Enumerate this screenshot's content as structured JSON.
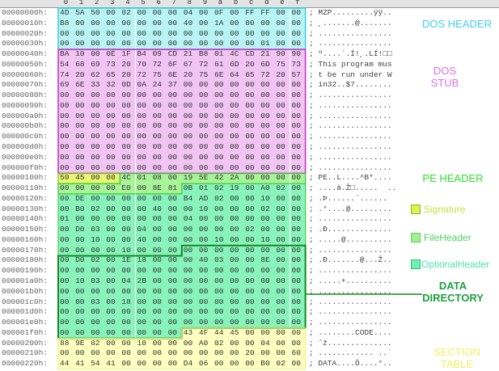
{
  "columns": [
    "0",
    "1",
    "2",
    "3",
    "4",
    "5",
    "6",
    "7",
    "8",
    "9",
    "a",
    "b",
    "c",
    "d",
    "e",
    "f"
  ],
  "rows": [
    {
      "addr": "00000000h:",
      "hex": "4D 5A 50 00 02 00 00 00 04 00 0F 00 FF FF 00 00",
      "ascii": "; MZP.........ÿÿ.."
    },
    {
      "addr": "00000010h:",
      "hex": "B8 00 00 00 00 00 00 00 40 00 1A 00 00 00 00 00",
      "ascii": "; ¸.......@......."
    },
    {
      "addr": "00000020h:",
      "hex": "00 00 00 00 00 00 00 00 00 00 00 00 00 00 00 00",
      "ascii": "; ................"
    },
    {
      "addr": "00000030h:",
      "hex": "00 00 00 00 00 00 00 00 00 00 00 00 00 01 00 00",
      "ascii": "; ................"
    },
    {
      "addr": "00000040h:",
      "hex": "BA 10 00 0E 1F B4 09 CD 21 B8 01 4C CD 21 90 90",
      "ascii": "; º....´.Í!¸.LÍ!□□"
    },
    {
      "addr": "00000050h:",
      "hex": "54 68 69 73 20 70 72 6F 67 72 61 6D 20 6D 75 73",
      "ascii": "; This program mus"
    },
    {
      "addr": "00000060h:",
      "hex": "74 20 62 65 20 72 75 6E 20 75 6E 64 65 72 20 57",
      "ascii": "; t be run under W"
    },
    {
      "addr": "00000070h:",
      "hex": "69 6E 33 32 0D 0A 24 37 00 00 00 00 00 00 00 00",
      "ascii": "; in32..$7........"
    },
    {
      "addr": "00000080h:",
      "hex": "00 00 00 00 00 00 00 00 00 00 00 00 00 00 00 00",
      "ascii": "; ................"
    },
    {
      "addr": "00000090h:",
      "hex": "00 00 00 00 00 00 00 00 00 00 00 00 00 00 00 00",
      "ascii": "; ................"
    },
    {
      "addr": "000000a0h:",
      "hex": "00 00 00 00 00 00 00 00 00 00 00 00 00 00 00 00",
      "ascii": "; ................"
    },
    {
      "addr": "000000b0h:",
      "hex": "00 00 00 00 00 00 00 00 00 00 00 00 00 00 00 00",
      "ascii": "; ................"
    },
    {
      "addr": "000000c0h:",
      "hex": "00 00 00 00 00 00 00 00 00 00 00 00 00 00 00 00",
      "ascii": "; ................"
    },
    {
      "addr": "000000d0h:",
      "hex": "00 00 00 00 00 00 00 00 00 00 00 00 00 00 00 00",
      "ascii": "; ................"
    },
    {
      "addr": "000000e0h:",
      "hex": "00 00 00 00 00 00 00 00 00 00 00 00 00 00 00 00",
      "ascii": "; ................"
    },
    {
      "addr": "000000f0h:",
      "hex": "00 00 00 00 00 00 00 00 00 00 00 00 00 00 00 00",
      "ascii": "; ................"
    },
    {
      "addr": "00000100h:",
      "hex": "50 45 00 00 4C 01 08 00 19 5E 42 2A 00 00 00 00",
      "ascii": "; PE..L....^B*...."
    },
    {
      "addr": "00000110h:",
      "hex": "00 00 00 00 E0 00 8E 81 0B 01 02 19 00 A0 02 00",
      "ascii": "; ....à.Ž□.....  .."
    },
    {
      "addr": "00000120h:",
      "hex": "00 DE 00 00 00 00 00 00 B4 AD 02 00 00 10 00 00",
      "ascii": "; .Þ......´­......"
    },
    {
      "addr": "00000130h:",
      "hex": "00 B0 02 00 00 00 40 00 00 10 00 00 00 02 00 00",
      "ascii": "; .°....@........."
    },
    {
      "addr": "00000140h:",
      "hex": "01 00 00 00 00 00 00 00 04 00 00 00 00 00 00 00",
      "ascii": "; ................"
    },
    {
      "addr": "00000150h:",
      "hex": "00 D0 03 00 00 04 00 00 00 00 00 00 02 00 00 00",
      "ascii": "; .Ð.............."
    },
    {
      "addr": "00000160h:",
      "hex": "00 00 10 00 00 40 00 00 00 00 10 00 00 10 00 00",
      "ascii": "; .....@.........."
    },
    {
      "addr": "00000170h:",
      "hex": "00 00 00 00 10 00 00 00 00 00 00 00 00 00 00 00",
      "ascii": "; ................"
    },
    {
      "addr": "00000180h:",
      "hex": "00 D0 02 00 1E 18 00 00 00 40 03 00 00 8E 00 00",
      "ascii": "; .Ð.......@...Ž.."
    },
    {
      "addr": "00000190h:",
      "hex": "00 00 00 00 00 00 00 00 00 00 00 00 00 00 00 00",
      "ascii": "; ................"
    },
    {
      "addr": "000001a0h:",
      "hex": "00 10 03 00 04 2B 00 00 00 00 00 00 00 00 00 00",
      "ascii": "; .....+.........."
    },
    {
      "addr": "000001b0h:",
      "hex": "00 00 00 00 00 00 00 00 00 00 00 00 00 00 00 00",
      "ascii": "; ................"
    },
    {
      "addr": "000001c0h:",
      "hex": "00 00 03 00 18 00 00 00 00 00 00 00 00 00 00 00",
      "ascii": "; ................"
    },
    {
      "addr": "000001d0h:",
      "hex": "00 00 00 00 00 00 00 00 00 00 00 00 00 00 00 00",
      "ascii": "; ................"
    },
    {
      "addr": "000001e0h:",
      "hex": "00 00 00 00 00 00 00 00 00 00 00 00 00 00 00 00",
      "ascii": "; ................"
    },
    {
      "addr": "000001f0h:",
      "hex": "00 00 00 00 00 00 00 00 43 4F 44 45 00 00 00 00",
      "ascii": "; ........CODE...."
    },
    {
      "addr": "00000200h:",
      "hex": "88 9E 02 00 00 10 00 00 00 A0 02 00 00 04 00 00",
      "ascii": "; ˆž.............."
    },
    {
      "addr": "00000210h:",
      "hex": "00 00 00 00 00 00 00 00 00 00 00 00 20 00 00 60",
      "ascii": "; ............ ..`"
    },
    {
      "addr": "00000220h:",
      "hex": "44 41 54 41 00 00 00 00 D4 06 00 00 00 B0 02 00",
      "ascii": "; DATA....Ô....°.."
    }
  ],
  "labels": {
    "dos_header": "DOS HEADER",
    "dos_stub": "DOS STUB",
    "pe_header": "PE HEADER",
    "data_directory": "DATA DIRECTORY",
    "section_table": "SECTION TABLE"
  },
  "legend": [
    {
      "label": "Signature",
      "color": "#e0f050"
    },
    {
      "label": "FileHeader",
      "color": "#a0f090"
    },
    {
      "label": "OptionalHeader",
      "color": "#70f0b8"
    }
  ],
  "colors": {
    "dos_header": "#b8f4f4",
    "dos_stub": "#f2c4f4",
    "signature": "#e8f870",
    "file_header": "#a8f498",
    "optional_header": "#88f4bc",
    "section_table": "#ffffc0"
  }
}
